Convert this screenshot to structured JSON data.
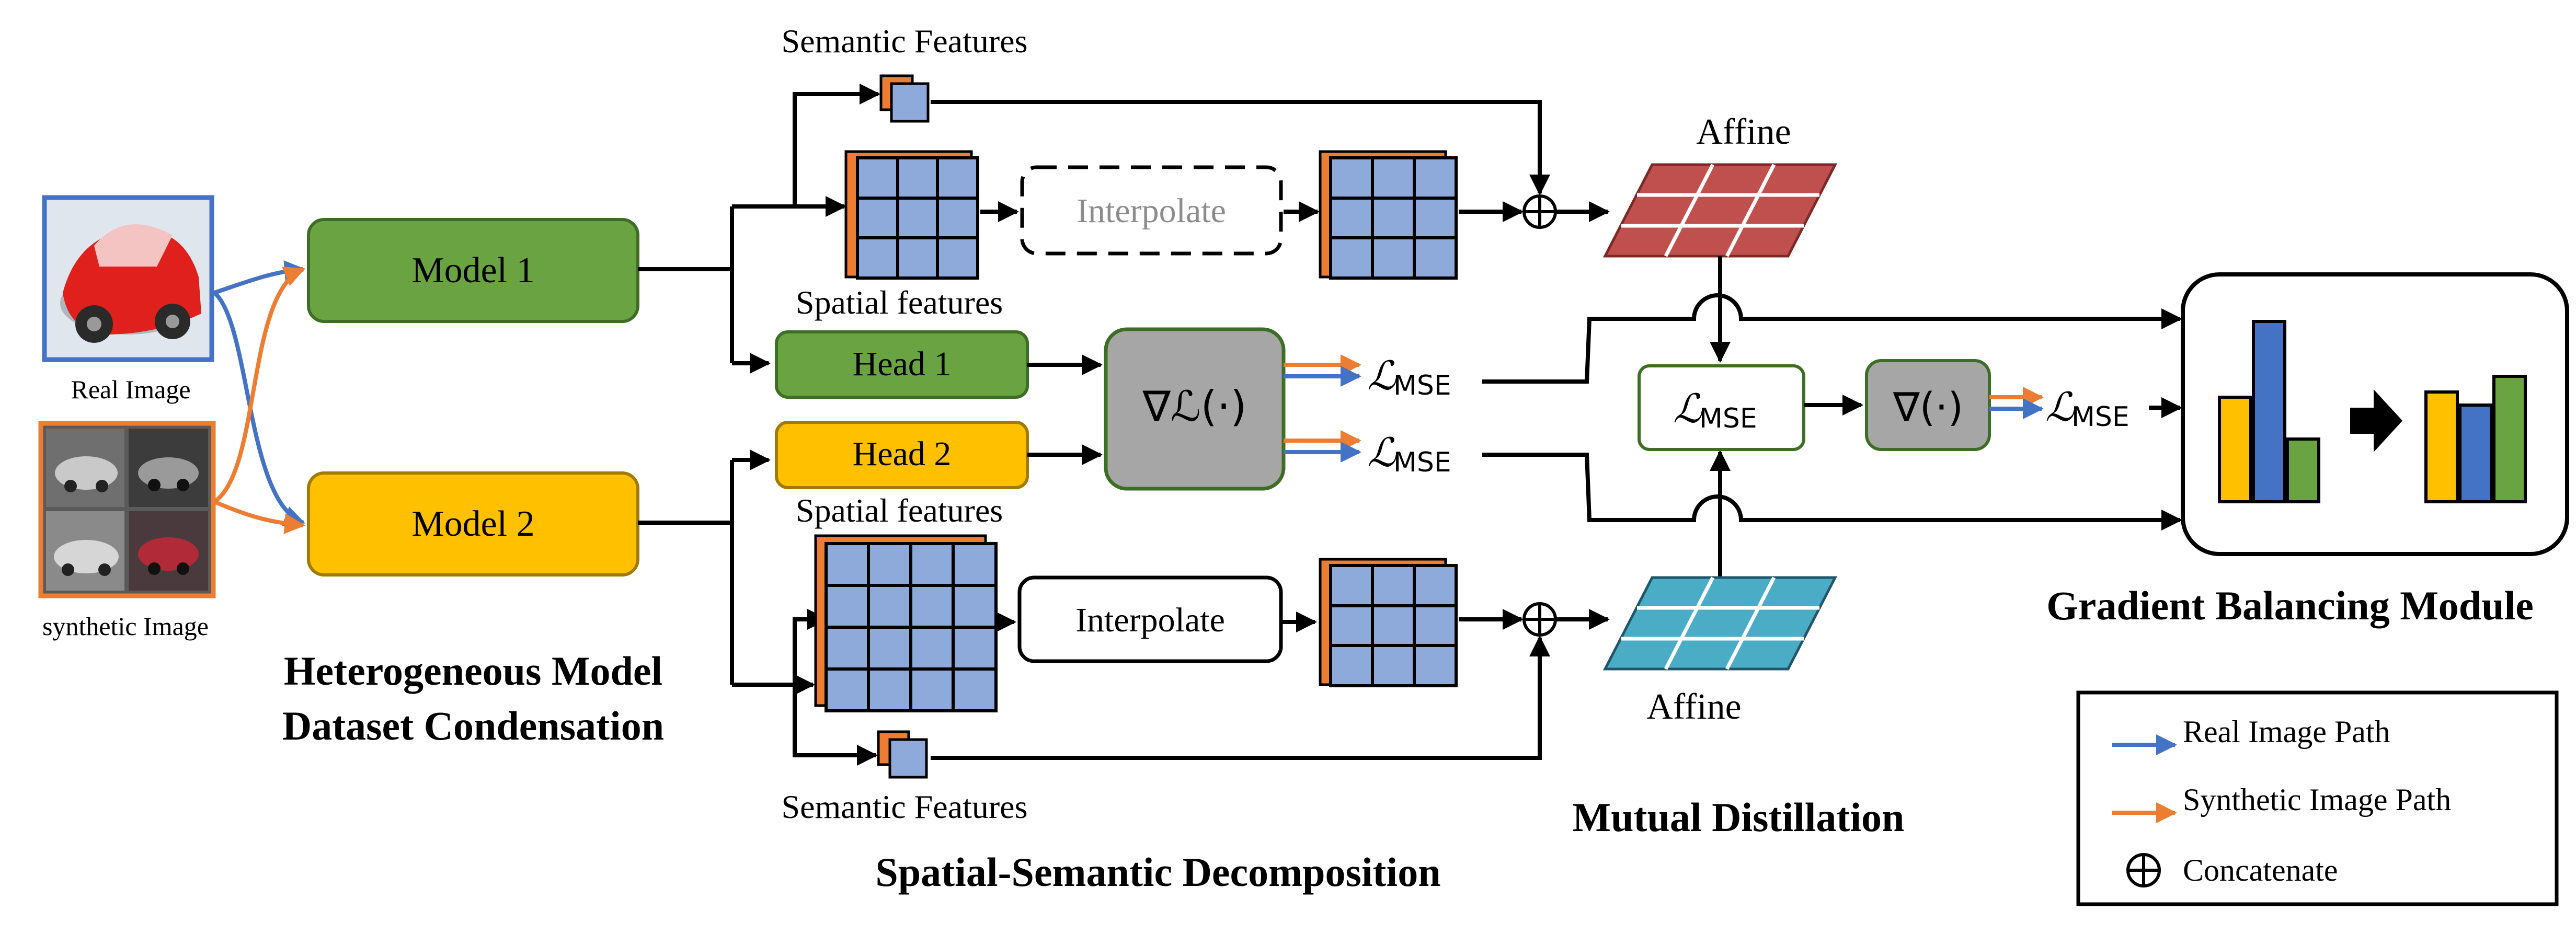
{
  "colors": {
    "green": "#6aa442",
    "green_border": "#3e6e26",
    "yellow": "#ffc000",
    "yellow_border": "#a07b00",
    "blue_cell": "#8eaadb",
    "orange": "#ed7d31",
    "blue_path": "#4472c4",
    "red_grid": "#c0504d",
    "teal_grid": "#4bacc6",
    "gray": "#a6a6a6"
  },
  "inputs": {
    "real_label": "Real Image",
    "synthetic_label": "synthetic Image"
  },
  "models": {
    "model1": "Model 1",
    "model2": "Model 2",
    "head1": "Head 1",
    "head2": "Head 2"
  },
  "features": {
    "semantic_top": "Semantic Features",
    "spatial_top": "Spatial features",
    "spatial_bottom": "Spatial features",
    "semantic_bottom": "Semantic Features"
  },
  "interpolate": {
    "top": "Interpolate",
    "bottom": "Interpolate"
  },
  "affine": {
    "top": "Affine",
    "bottom": "Affine"
  },
  "math": {
    "grad_loss": "∇ℒ(·)",
    "l_script": "ℒ",
    "mse_sub": "MSE",
    "grad_op": "∇(·)"
  },
  "sections": {
    "hetero_line1": "Heterogeneous Model",
    "hetero_line2": "Dataset Condensation",
    "ssd": "Spatial-Semantic Decomposition",
    "mutual": "Mutual Distillation",
    "gbm": "Gradient Balancing Module"
  },
  "legend": {
    "real_path": "Real Image Path",
    "synthetic_path": "Synthetic Image Path",
    "concat": "Concatenate"
  }
}
